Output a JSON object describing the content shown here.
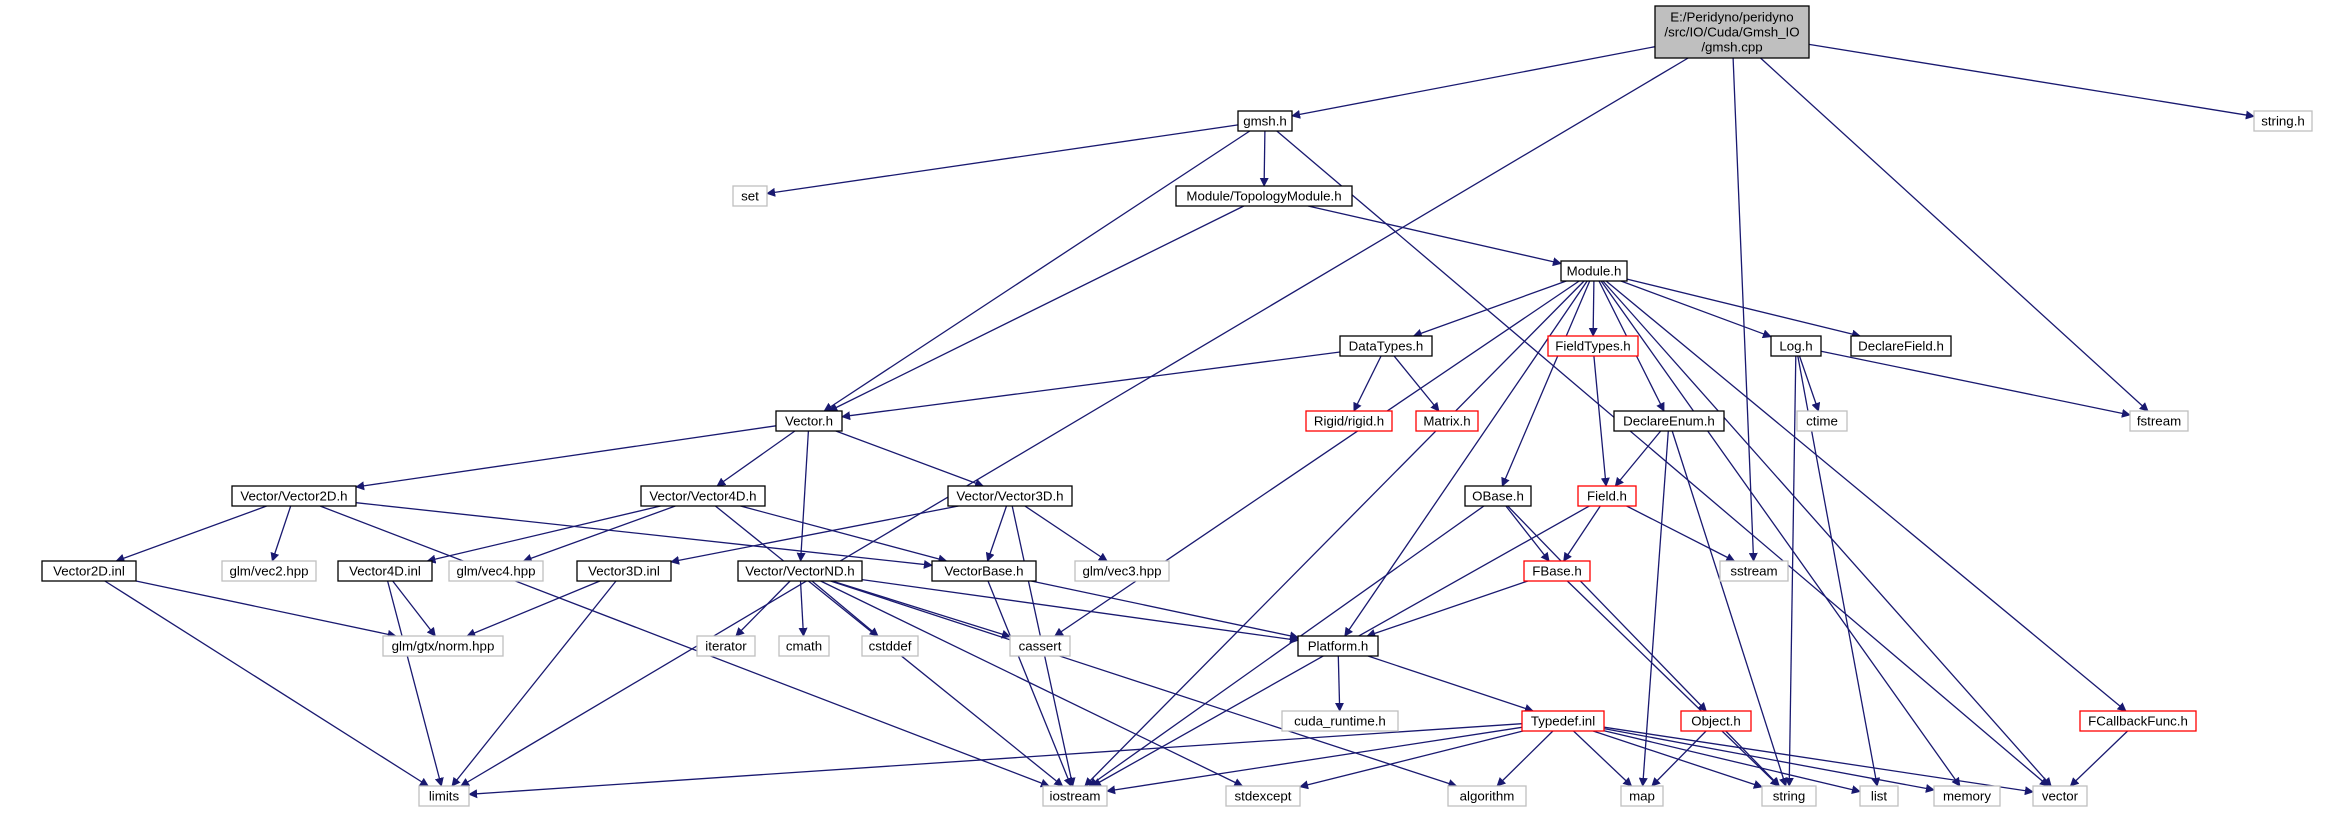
{
  "nodes": {
    "root": {
      "lines": [
        "E:/Peridyno/peridyno",
        "/src/IO/Cuda/Gmsh_IO",
        "/gmsh.cpp"
      ],
      "kind": "root"
    },
    "gmsh_h": {
      "lines": [
        "gmsh.h"
      ],
      "kind": "black"
    },
    "string_h": {
      "lines": [
        "string.h"
      ],
      "kind": "grey"
    },
    "set": {
      "lines": [
        "set"
      ],
      "kind": "grey"
    },
    "topology": {
      "lines": [
        "Module/TopologyModule.h"
      ],
      "kind": "black"
    },
    "module_h": {
      "lines": [
        "Module.h"
      ],
      "kind": "black"
    },
    "datatypes": {
      "lines": [
        "DataTypes.h"
      ],
      "kind": "black"
    },
    "fieldtypes": {
      "lines": [
        "FieldTypes.h"
      ],
      "kind": "red"
    },
    "log_h": {
      "lines": [
        "Log.h"
      ],
      "kind": "black"
    },
    "declarefield": {
      "lines": [
        "DeclareField.h"
      ],
      "kind": "black"
    },
    "fstream": {
      "lines": [
        "fstream"
      ],
      "kind": "grey"
    },
    "vector_h": {
      "lines": [
        "Vector.h"
      ],
      "kind": "black"
    },
    "rigid": {
      "lines": [
        "Rigid/rigid.h"
      ],
      "kind": "red"
    },
    "matrix": {
      "lines": [
        "Matrix.h"
      ],
      "kind": "red"
    },
    "declareenum": {
      "lines": [
        "DeclareEnum.h"
      ],
      "kind": "black"
    },
    "ctime": {
      "lines": [
        "ctime"
      ],
      "kind": "grey"
    },
    "vec2d": {
      "lines": [
        "Vector/Vector2D.h"
      ],
      "kind": "black"
    },
    "vec4d": {
      "lines": [
        "Vector/Vector4D.h"
      ],
      "kind": "black"
    },
    "vec3d": {
      "lines": [
        "Vector/Vector3D.h"
      ],
      "kind": "black"
    },
    "obase": {
      "lines": [
        "OBase.h"
      ],
      "kind": "black"
    },
    "field_h": {
      "lines": [
        "Field.h"
      ],
      "kind": "red"
    },
    "sstream": {
      "lines": [
        "sstream"
      ],
      "kind": "grey"
    },
    "vec2inl": {
      "lines": [
        "Vector2D.inl"
      ],
      "kind": "black"
    },
    "glmvec2": {
      "lines": [
        "glm/vec2.hpp"
      ],
      "kind": "grey"
    },
    "vec4inl": {
      "lines": [
        "Vector4D.inl"
      ],
      "kind": "black"
    },
    "glmvec4": {
      "lines": [
        "glm/vec4.hpp"
      ],
      "kind": "grey"
    },
    "vec3inl": {
      "lines": [
        "Vector3D.inl"
      ],
      "kind": "black"
    },
    "vecnd": {
      "lines": [
        "Vector/VectorND.h"
      ],
      "kind": "black"
    },
    "vecbase": {
      "lines": [
        "VectorBase.h"
      ],
      "kind": "black"
    },
    "glmvec3": {
      "lines": [
        "glm/vec3.hpp"
      ],
      "kind": "grey"
    },
    "fbase": {
      "lines": [
        "FBase.h"
      ],
      "kind": "red"
    },
    "glmnorm": {
      "lines": [
        "glm/gtx/norm.hpp"
      ],
      "kind": "grey"
    },
    "iterator": {
      "lines": [
        "iterator"
      ],
      "kind": "grey"
    },
    "cmath": {
      "lines": [
        "cmath"
      ],
      "kind": "grey"
    },
    "cstddef": {
      "lines": [
        "cstddef"
      ],
      "kind": "grey"
    },
    "cassert": {
      "lines": [
        "cassert"
      ],
      "kind": "grey"
    },
    "platform": {
      "lines": [
        "Platform.h"
      ],
      "kind": "black"
    },
    "cudaruntime": {
      "lines": [
        "cuda_runtime.h"
      ],
      "kind": "grey"
    },
    "typedef": {
      "lines": [
        "Typedef.inl"
      ],
      "kind": "red"
    },
    "object": {
      "lines": [
        "Object.h"
      ],
      "kind": "red"
    },
    "fcallback": {
      "lines": [
        "FCallbackFunc.h"
      ],
      "kind": "red"
    },
    "limits": {
      "lines": [
        "limits"
      ],
      "kind": "grey"
    },
    "iostream": {
      "lines": [
        "iostream"
      ],
      "kind": "grey"
    },
    "stdexcept": {
      "lines": [
        "stdexcept"
      ],
      "kind": "grey"
    },
    "algorithm": {
      "lines": [
        "algorithm"
      ],
      "kind": "grey"
    },
    "map": {
      "lines": [
        "map"
      ],
      "kind": "grey"
    },
    "string": {
      "lines": [
        "string"
      ],
      "kind": "grey"
    },
    "list": {
      "lines": [
        "list"
      ],
      "kind": "grey"
    },
    "memory": {
      "lines": [
        "memory"
      ],
      "kind": "grey"
    },
    "vector": {
      "lines": [
        "vector"
      ],
      "kind": "grey"
    }
  },
  "edges": [
    [
      "root",
      "gmsh_h"
    ],
    [
      "root",
      "string_h"
    ],
    [
      "root",
      "fstream"
    ],
    [
      "root",
      "sstream"
    ],
    [
      "root",
      "limits"
    ],
    [
      "gmsh_h",
      "set"
    ],
    [
      "gmsh_h",
      "topology"
    ],
    [
      "gmsh_h",
      "vector_h"
    ],
    [
      "gmsh_h",
      "vector"
    ],
    [
      "topology",
      "module_h"
    ],
    [
      "topology",
      "vector_h"
    ],
    [
      "module_h",
      "datatypes"
    ],
    [
      "module_h",
      "fieldtypes"
    ],
    [
      "module_h",
      "log_h"
    ],
    [
      "module_h",
      "declarefield"
    ],
    [
      "module_h",
      "declareenum"
    ],
    [
      "module_h",
      "obase"
    ],
    [
      "module_h",
      "platform"
    ],
    [
      "module_h",
      "cassert"
    ],
    [
      "module_h",
      "iostream"
    ],
    [
      "module_h",
      "fcallback"
    ],
    [
      "module_h",
      "memory"
    ],
    [
      "module_h",
      "vector"
    ],
    [
      "datatypes",
      "vector_h"
    ],
    [
      "datatypes",
      "rigid"
    ],
    [
      "datatypes",
      "matrix"
    ],
    [
      "fieldtypes",
      "field_h"
    ],
    [
      "log_h",
      "fstream"
    ],
    [
      "log_h",
      "ctime"
    ],
    [
      "log_h",
      "string"
    ],
    [
      "log_h",
      "list"
    ],
    [
      "declareenum",
      "field_h"
    ],
    [
      "declareenum",
      "map"
    ],
    [
      "declareenum",
      "string"
    ],
    [
      "vector_h",
      "vec2d"
    ],
    [
      "vector_h",
      "vec4d"
    ],
    [
      "vector_h",
      "vec3d"
    ],
    [
      "vector_h",
      "vecnd"
    ],
    [
      "vec2d",
      "vec2inl"
    ],
    [
      "vec2d",
      "glmvec2"
    ],
    [
      "vec2d",
      "vecbase"
    ],
    [
      "vec2d",
      "iostream"
    ],
    [
      "vec4d",
      "vec4inl"
    ],
    [
      "vec4d",
      "glmvec4"
    ],
    [
      "vec4d",
      "vecbase"
    ],
    [
      "vec4d",
      "iostream"
    ],
    [
      "vec3d",
      "vec3inl"
    ],
    [
      "vec3d",
      "vecbase"
    ],
    [
      "vec3d",
      "glmvec3"
    ],
    [
      "vec3d",
      "iostream"
    ],
    [
      "vec2inl",
      "glmnorm"
    ],
    [
      "vec2inl",
      "limits"
    ],
    [
      "vec4inl",
      "glmnorm"
    ],
    [
      "vec4inl",
      "limits"
    ],
    [
      "vec3inl",
      "glmnorm"
    ],
    [
      "vec3inl",
      "limits"
    ],
    [
      "vecnd",
      "iterator"
    ],
    [
      "vecnd",
      "cmath"
    ],
    [
      "vecnd",
      "cstddef"
    ],
    [
      "vecnd",
      "cassert"
    ],
    [
      "vecnd",
      "platform"
    ],
    [
      "vecnd",
      "stdexcept"
    ],
    [
      "vecnd",
      "algorithm"
    ],
    [
      "vecbase",
      "platform"
    ],
    [
      "vecbase",
      "iostream"
    ],
    [
      "obase",
      "fbase"
    ],
    [
      "obase",
      "object"
    ],
    [
      "obase",
      "iostream"
    ],
    [
      "field_h",
      "fbase"
    ],
    [
      "field_h",
      "sstream"
    ],
    [
      "field_h",
      "iostream"
    ],
    [
      "fbase",
      "platform"
    ],
    [
      "fbase",
      "string"
    ],
    [
      "platform",
      "cudaruntime"
    ],
    [
      "platform",
      "typedef"
    ],
    [
      "typedef",
      "limits"
    ],
    [
      "typedef",
      "iostream"
    ],
    [
      "typedef",
      "stdexcept"
    ],
    [
      "typedef",
      "algorithm"
    ],
    [
      "typedef",
      "map"
    ],
    [
      "typedef",
      "string"
    ],
    [
      "typedef",
      "list"
    ],
    [
      "typedef",
      "memory"
    ],
    [
      "typedef",
      "vector"
    ],
    [
      "object",
      "map"
    ],
    [
      "object",
      "string"
    ],
    [
      "fcallback",
      "vector"
    ]
  ]
}
